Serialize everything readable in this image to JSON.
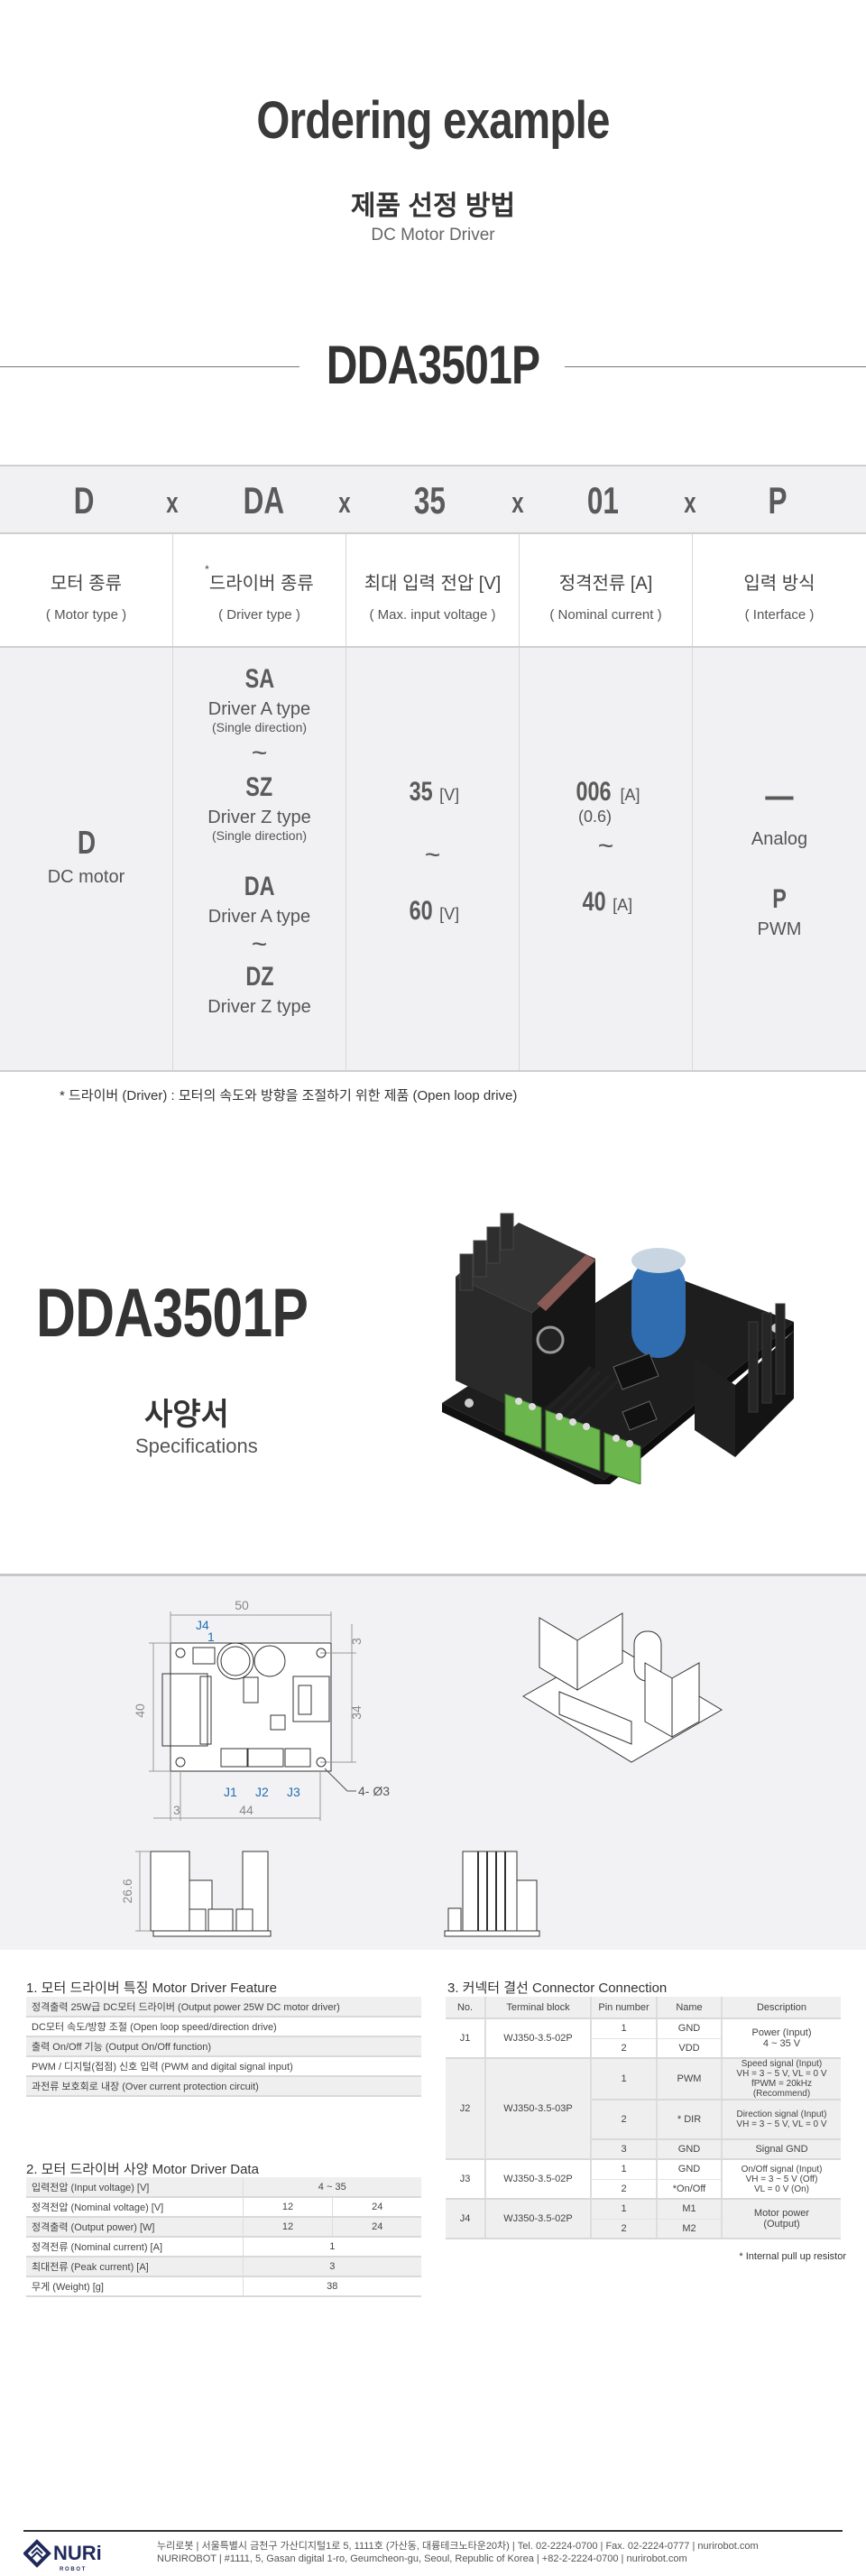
{
  "header": {
    "title": "Ordering example",
    "title_kr": "제품 선정 방법",
    "subtitle": "DC Motor Driver",
    "model": "DDA3501P"
  },
  "ordering": {
    "code_parts": [
      "D",
      "DA",
      "35",
      "01",
      "P"
    ],
    "separator": "x",
    "columns": [
      {
        "kr": "모터 종류",
        "en": "( Motor type )",
        "star": false
      },
      {
        "kr": "드라이버 종류",
        "en": "( Driver type )",
        "star": true
      },
      {
        "kr": "최대 입력 전압 [V]",
        "en": "( Max. input voltage )",
        "star": false
      },
      {
        "kr": "정격전류 [A]",
        "en": "( Nominal current )",
        "star": false
      },
      {
        "kr": "입력 방식",
        "en": "( Interface )",
        "star": false
      }
    ],
    "motor": {
      "code": "D",
      "label": "DC motor"
    },
    "driver": [
      {
        "code": "SA",
        "label": "Driver A type",
        "note": "(Single direction)"
      },
      {
        "code": "SZ",
        "label": "Driver Z type",
        "note": "(Single direction)"
      },
      {
        "code": "DA",
        "label": "Driver A type",
        "note": ""
      },
      {
        "code": "DZ",
        "label": "Driver Z type",
        "note": ""
      }
    ],
    "tilde": "~",
    "voltage": {
      "min": "35",
      "max": "60",
      "unit": "[V]"
    },
    "current": {
      "min": "006",
      "min_note": "(0.6)",
      "max": "40",
      "unit": "[A]"
    },
    "interface": [
      {
        "code": "—",
        "label": "Analog"
      },
      {
        "code": "P",
        "label": "PWM"
      }
    ],
    "footnote": "* 드라이버 (Driver) : 모터의 속도와 방향을 조절하기 위한 제품 (Open loop drive)"
  },
  "spec_hero": {
    "model": "DDA3501P",
    "title_kr": "사양서",
    "title_en": "Specifications"
  },
  "drawing": {
    "width": "50",
    "height": "40",
    "hole_offset_top": "3",
    "hole_span_v": "34",
    "hole_offset_left": "3",
    "hole_span_h": "44",
    "holes": "4- Ø3",
    "side_height": "26.6",
    "labels": [
      "J1",
      "J2",
      "J3",
      "J4",
      "1"
    ],
    "label_color": "#1f6fb4"
  },
  "features": {
    "title": "1. 모터 드라이버 특징 Motor Driver Feature",
    "items": [
      "정격출력 25W급 DC모터 드라이버 (Output power 25W DC motor driver)",
      "DC모터 속도/방향 조절 (Open loop speed/direction drive)",
      "출력 On/Off 기능 (Output On/Off function)",
      "PWM / 디지털(접점) 신호 입력 (PWM and digital signal input)",
      "과전류 보호회로 내장 (Over current protection circuit)"
    ]
  },
  "spec_data": {
    "title": "2. 모터 드라이버 사양 Motor Driver Data",
    "rows": [
      {
        "k": "입력전압 (Input voltage)  [V]",
        "v": "4 ~ 35"
      },
      {
        "k": "정격전압 (Nominal voltage)  [V]",
        "v1": "12",
        "v2": "24"
      },
      {
        "k": "정격출력 (Output power)  [W]",
        "v1": "12",
        "v2": "24"
      },
      {
        "k": "정격전류 (Nominal current)  [A]",
        "v": "1"
      },
      {
        "k": "최대전류 (Peak current)  [A]",
        "v": "3"
      },
      {
        "k": "무게 (Weight)  [g]",
        "v": "38"
      }
    ]
  },
  "connector": {
    "title": "3. 커넥터 결선 Connector Connection",
    "headers": [
      "No.",
      "Terminal block",
      "Pin number",
      "Name",
      "Description"
    ],
    "groups": [
      {
        "no": "J1",
        "block": "WJ350-3.5-02P",
        "pins": [
          {
            "pin": "1",
            "name": "GND"
          },
          {
            "pin": "2",
            "name": "VDD"
          }
        ],
        "desc": [
          "Power (Input)",
          "4 ~ 35 V"
        ]
      },
      {
        "no": "J2",
        "block": "WJ350-3.5-03P",
        "pins": [
          {
            "pin": "1",
            "name": "PWM",
            "desc": [
              "Speed signal (Input)",
              "VH = 3 ~ 5 V, VL = 0 V",
              "fPWM = 20kHz (Recommend)"
            ]
          },
          {
            "pin": "2",
            "name": "* DIR",
            "desc": [
              "Direction signal (Input)",
              "VH = 3 ~ 5 V, VL = 0 V"
            ]
          },
          {
            "pin": "3",
            "name": "GND",
            "desc": [
              "Signal GND"
            ]
          }
        ]
      },
      {
        "no": "J3",
        "block": "WJ350-3.5-02P",
        "pins": [
          {
            "pin": "1",
            "name": "GND"
          },
          {
            "pin": "2",
            "name": "*On/Off"
          }
        ],
        "desc": [
          "On/Off signal (Input)",
          "VH = 3 ~ 5 V (Off)",
          "VL = 0 V (On)"
        ]
      },
      {
        "no": "J4",
        "block": "WJ350-3.5-02P",
        "pins": [
          {
            "pin": "1",
            "name": "M1"
          },
          {
            "pin": "2",
            "name": "M2"
          }
        ],
        "desc": [
          "Motor power",
          "(Output)"
        ]
      }
    ],
    "note": "* Internal pull up resistor"
  },
  "footer": {
    "logo_text": "NURi",
    "logo_sub": "R O B O T",
    "line_kr": "누리로봇 | 서울특별시 금천구 가산디지털1로 5, 1111호 (가산동, 대륭테크노타운20차) | Tel. 02-2224-0700 | Fax. 02-2224-0777 | nurirobot.com",
    "line_en": "NURIROBOT | #1111, 5, Gasan digital 1-ro, Geumcheon-gu, Seoul, Republic of Korea | +82-2-2224-0700 | nurirobot.com",
    "brand_color": "#1f2a5a"
  }
}
